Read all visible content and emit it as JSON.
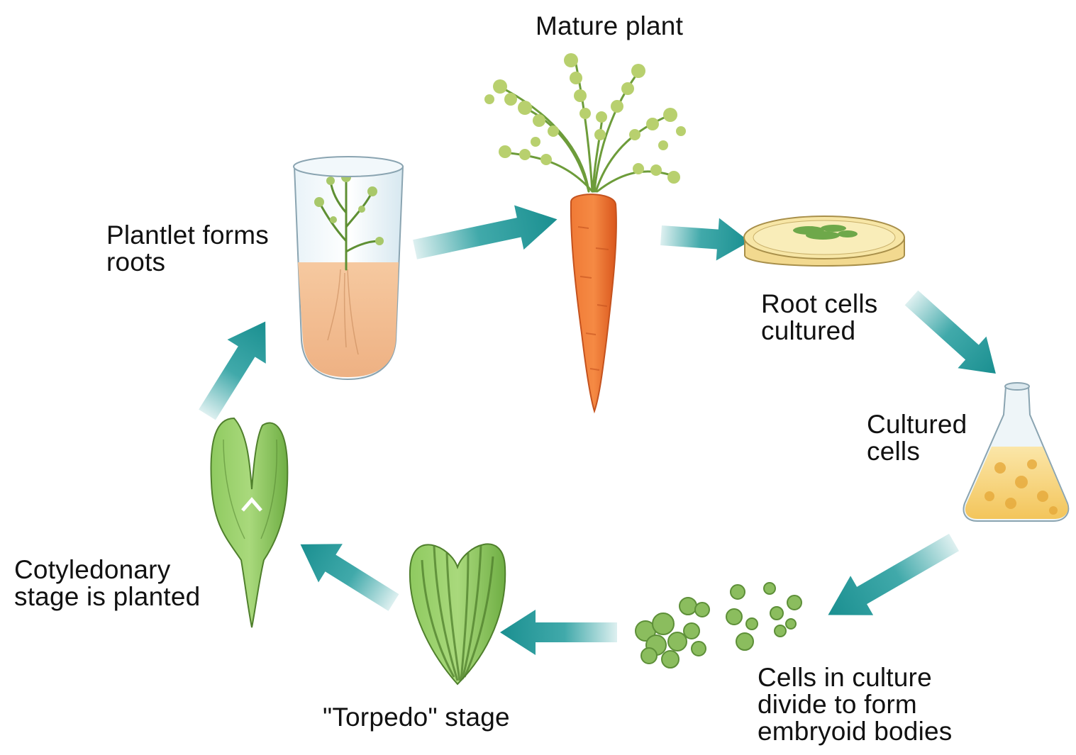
{
  "stages": [
    {
      "id": "mature-plant",
      "lines": [
        "Mature plant"
      ]
    },
    {
      "id": "root-cells",
      "lines": [
        "Root cells",
        "cultured"
      ]
    },
    {
      "id": "cultured-cells",
      "lines": [
        "Cultured",
        "cells"
      ]
    },
    {
      "id": "embryoid",
      "lines": [
        "Cells in culture",
        "divide to form",
        "embryoid bodies"
      ]
    },
    {
      "id": "torpedo",
      "lines": [
        "\"Torpedo\" stage"
      ]
    },
    {
      "id": "cotyledonary",
      "lines": [
        "Cotyledonary",
        "stage is planted"
      ]
    },
    {
      "id": "plantlet",
      "lines": [
        "Plantlet forms",
        "roots"
      ]
    }
  ],
  "colors": {
    "arrow": "#1f9a9b",
    "carrot": "#ea6a2a",
    "leaf": "#7cb342",
    "embryo": "#7fbf4d",
    "culture": "#f5c86a",
    "text": "#111111"
  }
}
